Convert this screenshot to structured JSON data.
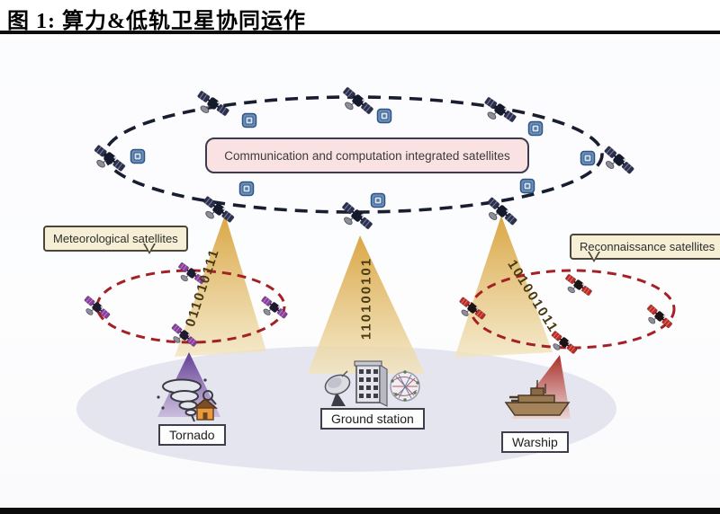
{
  "title": "图 1: 算力&低轨卫星协同运作",
  "diagram": {
    "orbit_label": "Communication and computation integrated satellites",
    "left_bubble": "Meteorological satellites",
    "right_bubble": "Reconnaissance satellites",
    "beams": {
      "left_binary": "011010111",
      "center_binary": "110100101",
      "right_binary": "101001011"
    },
    "ground_labels": {
      "tornado": "Tornado",
      "ground_station": "Ground station",
      "warship": "Warship"
    },
    "icons": [
      "satellite-icon",
      "compute-chip-icon",
      "tornado-icon",
      "house-icon",
      "magnifier-icon",
      "satellite-dish-icon",
      "building-icon",
      "network-globe-icon",
      "warship-icon"
    ],
    "colors": {
      "main_orbit_dash": "#191d30",
      "sub_orbit_dash": "#a32125",
      "beam_gold": "#d8a23b",
      "cone_purple": "#5c3590",
      "cone_red": "#a5221d",
      "chip_blue": "#6b8fbc",
      "comm_box_bg": "#f9e2e1",
      "bubble_bg": "#f6efd6",
      "ground_fill": "#e4e5ef"
    }
  }
}
